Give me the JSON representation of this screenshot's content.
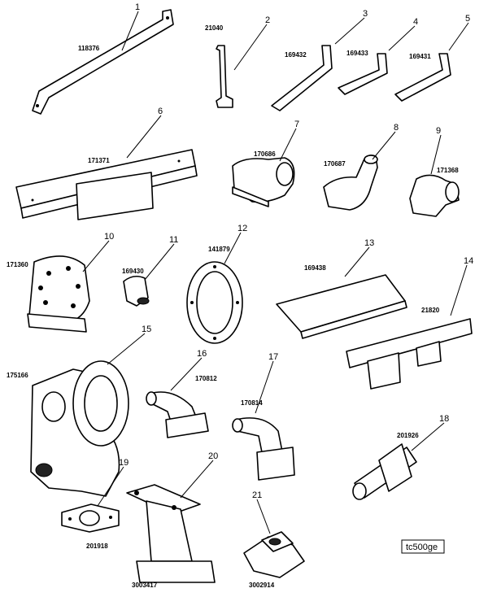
{
  "figure_tag": "tc500ge",
  "parts": [
    {
      "ref": "1",
      "part_number": "118376"
    },
    {
      "ref": "2",
      "part_number": "21040"
    },
    {
      "ref": "3",
      "part_number": "169432"
    },
    {
      "ref": "4",
      "part_number": "169433"
    },
    {
      "ref": "5",
      "part_number": "169431"
    },
    {
      "ref": "6",
      "part_number": "171371"
    },
    {
      "ref": "7",
      "part_number": "170686"
    },
    {
      "ref": "8",
      "part_number": "170687"
    },
    {
      "ref": "9",
      "part_number": "171368"
    },
    {
      "ref": "10",
      "part_number": "171360"
    },
    {
      "ref": "11",
      "part_number": "169430"
    },
    {
      "ref": "12",
      "part_number": "141879"
    },
    {
      "ref": "13",
      "part_number": "169438"
    },
    {
      "ref": "14",
      "part_number": "21820"
    },
    {
      "ref": "15",
      "part_number": "175166"
    },
    {
      "ref": "16",
      "part_number": "170812"
    },
    {
      "ref": "17",
      "part_number": "170814"
    },
    {
      "ref": "18",
      "part_number": "201926"
    },
    {
      "ref": "19",
      "part_number": "201918"
    },
    {
      "ref": "20",
      "part_number": "3003417"
    },
    {
      "ref": "21",
      "part_number": "3002914"
    }
  ]
}
